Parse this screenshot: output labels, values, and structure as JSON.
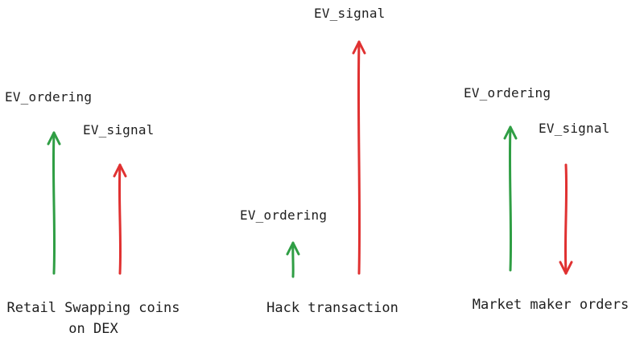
{
  "colors": {
    "positive": "#2f9e44",
    "negative": "#e03131",
    "text": "#1e1e1e"
  },
  "scenarios": [
    {
      "caption_lines": [
        "Retail Swapping coins",
        "on DEX"
      ],
      "ordering": {
        "label": "EV_ordering",
        "direction": "up",
        "color": "#2f9e44"
      },
      "signal": {
        "label": "EV_signal",
        "direction": "up",
        "color": "#e03131"
      }
    },
    {
      "caption_lines": [
        "Hack transaction"
      ],
      "ordering": {
        "label": "EV_ordering",
        "direction": "up",
        "color": "#2f9e44"
      },
      "signal": {
        "label": "EV_signal",
        "direction": "up",
        "color": "#e03131"
      }
    },
    {
      "caption_lines": [
        "Market maker orders"
      ],
      "ordering": {
        "label": "EV_ordering",
        "direction": "up",
        "color": "#2f9e44"
      },
      "signal": {
        "label": "EV_signal",
        "direction": "down",
        "color": "#e03131"
      }
    }
  ]
}
